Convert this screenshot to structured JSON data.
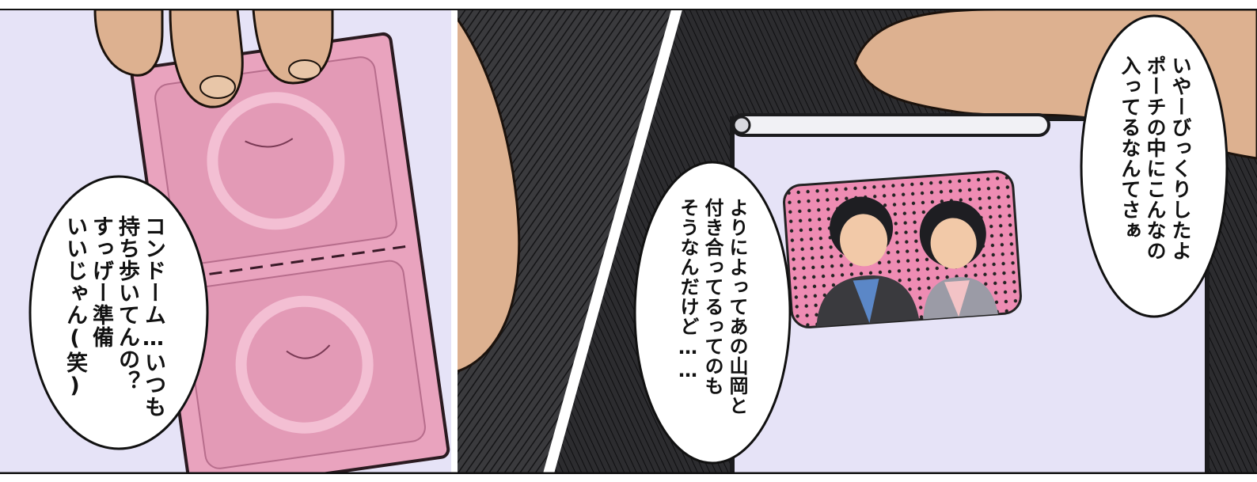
{
  "panels": [
    {
      "name": "left-panel",
      "description_free": true
    },
    {
      "name": "right-panel",
      "description_free": true
    }
  ],
  "speech": {
    "left": "コンドーム…いつも\n持ち歩いてんの？\nすっげー準備\nいいじゃん(笑)",
    "middle": "よりによってあの山岡と\n付き合ってるってのも\nそうなんだけど……",
    "right": "いやーびっくりしたよ\nポーチの中にこんなの\n入ってるなんてさぁ"
  },
  "colors": {
    "background_lavender": "#e6e3f7",
    "condom_pink": "#e9a3be",
    "skin": "#ddb190",
    "dark_hatch": "#2a2a2c",
    "photo_pink": "#ee8cb3"
  }
}
